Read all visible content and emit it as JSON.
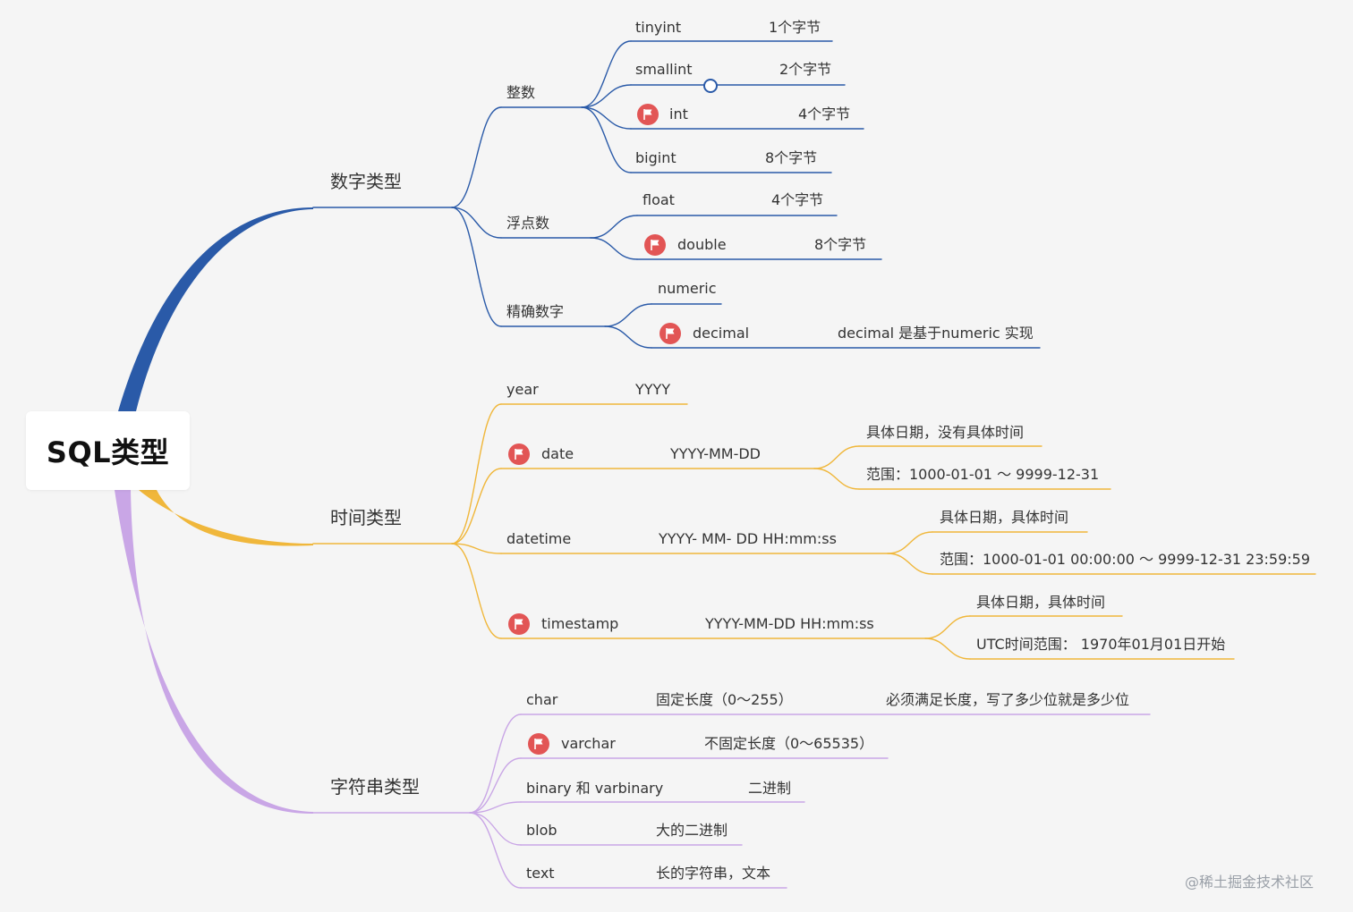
{
  "root": {
    "title": "SQL类型"
  },
  "colors": {
    "numeric": "#2a5aa8",
    "time": "#f0b73b",
    "string": "#c9a6e6",
    "flag": "#e25555"
  },
  "numeric": {
    "title": "数字类型",
    "integer": {
      "title": "整数",
      "items": [
        {
          "name": "tinyint",
          "size": "1个字节"
        },
        {
          "name": "smallint",
          "size": "2个字节"
        },
        {
          "name": "int",
          "size": "4个字节"
        },
        {
          "name": "bigint",
          "size": "8个字节"
        }
      ]
    },
    "float": {
      "title": "浮点数",
      "items": [
        {
          "name": "float",
          "size": "4个字节"
        },
        {
          "name": "double",
          "size": "8个字节"
        }
      ]
    },
    "exact": {
      "title": "精确数字",
      "items": [
        {
          "name": "numeric",
          "note": ""
        },
        {
          "name": "decimal",
          "note": "decimal 是基于numeric 实现"
        }
      ]
    }
  },
  "time": {
    "title": "时间类型",
    "items": [
      {
        "name": "year",
        "format": "YYYY",
        "details": []
      },
      {
        "name": "date",
        "format": "YYYY-MM-DD",
        "details": [
          "具体日期，没有具体时间",
          "范围：1000-01-01 ～ 9999-12-31"
        ]
      },
      {
        "name": "datetime",
        "format": "YYYY- MM- DD HH:mm:ss",
        "details": [
          "具体日期，具体时间",
          "范围：1000-01-01 00:00:00 ～ 9999-12-31 23:59:59"
        ]
      },
      {
        "name": "timestamp",
        "format": "YYYY-MM-DD HH:mm:ss",
        "details": [
          "具体日期，具体时间",
          "UTC时间范围： 1970年01月01日开始"
        ]
      }
    ]
  },
  "string": {
    "title": "字符串类型",
    "items": [
      {
        "name": "char",
        "desc": "固定长度（0～255）",
        "note": "必须满足长度，写了多少位就是多少位"
      },
      {
        "name": "varchar",
        "desc": "不固定长度（0～65535）",
        "note": ""
      },
      {
        "name": "binary 和 varbinary",
        "desc": "二进制",
        "note": ""
      },
      {
        "name": "blob",
        "desc": "大的二进制",
        "note": ""
      },
      {
        "name": "text",
        "desc": "长的字符串，文本",
        "note": ""
      }
    ]
  },
  "watermark": "@稀土掘金技术社区"
}
